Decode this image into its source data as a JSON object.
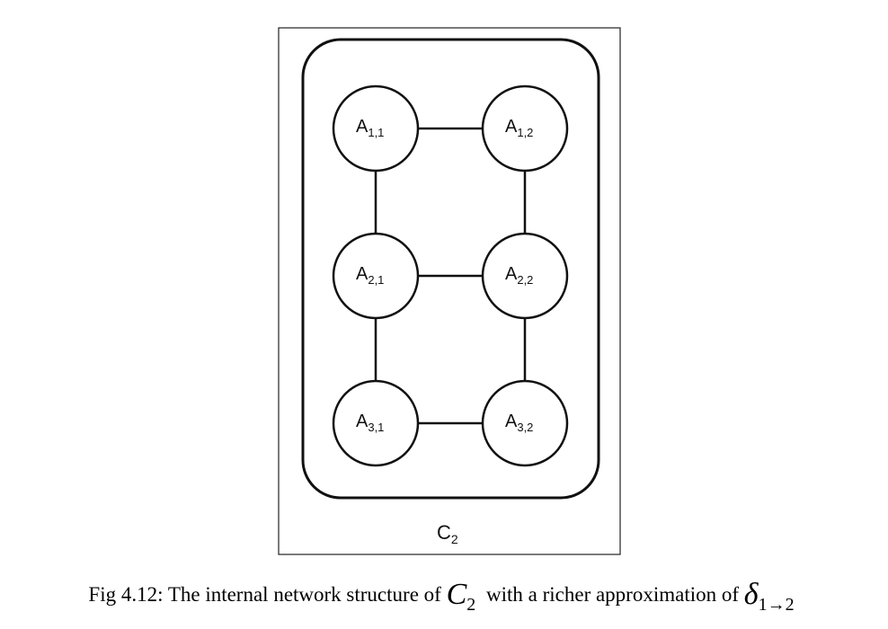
{
  "diagram": {
    "container": {
      "name": "C",
      "subscript": "2"
    },
    "nodes": [
      {
        "id": "n11",
        "name": "A",
        "subscript": "1,1"
      },
      {
        "id": "n12",
        "name": "A",
        "subscript": "1,2"
      },
      {
        "id": "n21",
        "name": "A",
        "subscript": "2,1"
      },
      {
        "id": "n22",
        "name": "A",
        "subscript": "2,2"
      },
      {
        "id": "n31",
        "name": "A",
        "subscript": "3,1"
      },
      {
        "id": "n32",
        "name": "A",
        "subscript": "3,2"
      }
    ],
    "edges": [
      [
        "n11",
        "n12"
      ],
      [
        "n21",
        "n22"
      ],
      [
        "n31",
        "n32"
      ],
      [
        "n11",
        "n21"
      ],
      [
        "n21",
        "n31"
      ],
      [
        "n12",
        "n22"
      ],
      [
        "n22",
        "n32"
      ]
    ]
  },
  "caption": {
    "prefix": "Fig 4.12: The internal network structure of ",
    "symbol1": "C",
    "symbol1_sub": "2",
    "middle": " with a richer approximation of ",
    "symbol2": "δ",
    "symbol2_sub": "1→2"
  }
}
